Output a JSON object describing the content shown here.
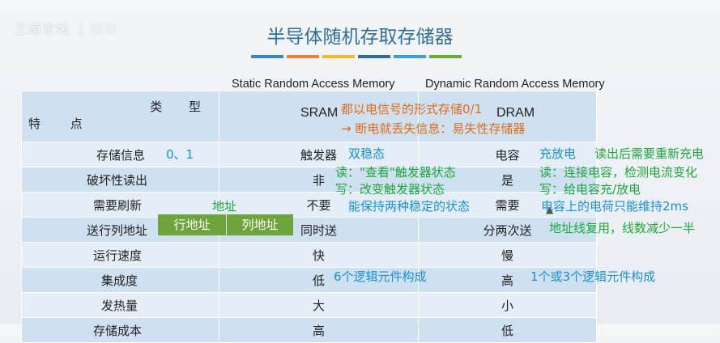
{
  "watermark": {
    "text": "王道论坛",
    "faint": "‖ 腿读"
  },
  "title": "半导体随机存取存储器",
  "colors": {
    "title": "#2e6e9e",
    "bars": [
      "#3a86c4",
      "#e8823a",
      "#f2b52e",
      "#2e6e9e",
      "#3a9fd8",
      "#6aab3c"
    ],
    "green_cell": "#6da43c",
    "orange": "#e06c1a",
    "blue": "#1a8fd9",
    "green": "#1fa63d"
  },
  "headers": {
    "static": "Static Random Access Memory",
    "dynamic": "Dynamic Random Access Memory"
  },
  "table": {
    "feature_label": "特 点",
    "type_label": "类 型",
    "sram": "SRAM",
    "dram": "DRAM",
    "rows": [
      {
        "feature": "存储信息",
        "sram": "触发器",
        "dram": "电容"
      },
      {
        "feature": "破坏性读出",
        "sram": "非",
        "dram": "是"
      },
      {
        "feature": "需要刷新",
        "sram": "不要",
        "dram": "需要"
      },
      {
        "feature": "送行列地址",
        "sram": "同时送",
        "dram": "分两次送"
      },
      {
        "feature": "运行速度",
        "sram": "快",
        "dram": "慢"
      },
      {
        "feature": "集成度",
        "sram": "低",
        "dram": "高"
      },
      {
        "feature": "发热量",
        "sram": "大",
        "dram": "小"
      },
      {
        "feature": "存储成本",
        "sram": "高",
        "dram": "低"
      }
    ]
  },
  "cells": {
    "row_addr": "行地址",
    "col_addr": "列地址"
  },
  "annotations": {
    "orange1": "都以电信号的形式存储0/1",
    "orange2": "→ 断电就丢失信息：易失性存储器",
    "info": "0、1",
    "bistable": "双稳态",
    "cap": "充放电",
    "cap_read": "读出后需要重新充电",
    "read_trigger": "读：\"查看\"触发器状态",
    "write_trigger": "写：改变触发器状态",
    "read_cap": "读：连接电容，检测电流变化",
    "write_cap": "写：给电容充/放电",
    "keep": "能保持两种稳定的状态",
    "charge": "电容上的电荷只能维持2ms",
    "address": "地址",
    "mux": "地址线复用，线数减少一半",
    "logic6": "6个逻辑元件构成",
    "logic13": "1个或3个逻辑元件构成"
  }
}
